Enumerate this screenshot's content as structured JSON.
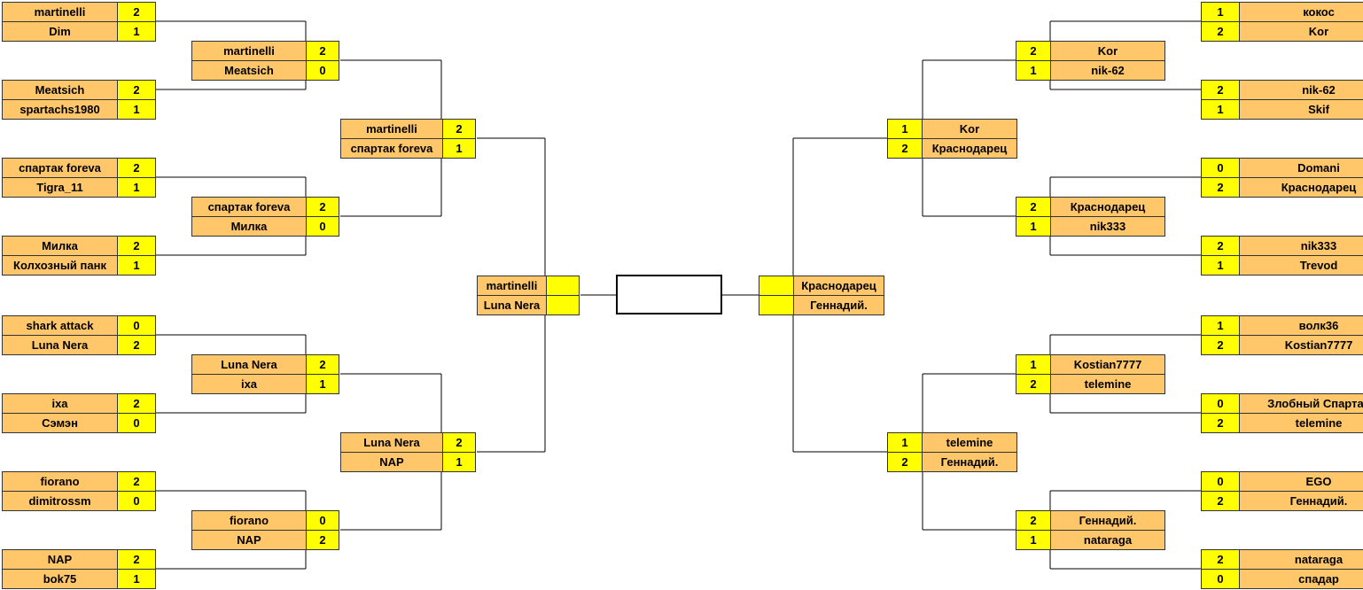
{
  "bracket": {
    "left": {
      "r1": [
        [
          {
            "name": "martinelli",
            "score": "2"
          },
          {
            "name": "Dim",
            "score": "1"
          }
        ],
        [
          {
            "name": "Meatsich",
            "score": "2"
          },
          {
            "name": "spartachs1980",
            "score": "1"
          }
        ],
        [
          {
            "name": "спартак foreva",
            "score": "2"
          },
          {
            "name": "Tigra_11",
            "score": "1"
          }
        ],
        [
          {
            "name": "Милка",
            "score": "2"
          },
          {
            "name": "Колхозный панк",
            "score": "1"
          }
        ],
        [
          {
            "name": "shark attack",
            "score": "0"
          },
          {
            "name": "Luna Nera",
            "score": "2"
          }
        ],
        [
          {
            "name": "ixa",
            "score": "2"
          },
          {
            "name": "Сэмэн",
            "score": "0"
          }
        ],
        [
          {
            "name": "fiorano",
            "score": "2"
          },
          {
            "name": "dimitrossm",
            "score": "0"
          }
        ],
        [
          {
            "name": "NAP",
            "score": "2"
          },
          {
            "name": "bok75",
            "score": "1"
          }
        ]
      ],
      "r2": [
        [
          {
            "name": "martinelli",
            "score": "2"
          },
          {
            "name": "Meatsich",
            "score": "0"
          }
        ],
        [
          {
            "name": "спартак foreva",
            "score": "2"
          },
          {
            "name": "Милка",
            "score": "0"
          }
        ],
        [
          {
            "name": "Luna Nera",
            "score": "2"
          },
          {
            "name": "ixa",
            "score": "1"
          }
        ],
        [
          {
            "name": "fiorano",
            "score": "0"
          },
          {
            "name": "NAP",
            "score": "2"
          }
        ]
      ],
      "r3": [
        [
          {
            "name": "martinelli",
            "score": "2"
          },
          {
            "name": "спартак foreva",
            "score": "1"
          }
        ],
        [
          {
            "name": "Luna Nera",
            "score": "2"
          },
          {
            "name": "NAP",
            "score": "1"
          }
        ]
      ],
      "r4": [
        [
          {
            "name": "martinelli",
            "score": ""
          },
          {
            "name": "Luna Nera",
            "score": ""
          }
        ]
      ]
    },
    "right": {
      "r1": [
        [
          {
            "name": "кокос",
            "score": "1"
          },
          {
            "name": "Kor",
            "score": "2"
          }
        ],
        [
          {
            "name": "nik-62",
            "score": "2"
          },
          {
            "name": "Skif",
            "score": "1"
          }
        ],
        [
          {
            "name": "Domani",
            "score": "0"
          },
          {
            "name": "Краснодарец",
            "score": "2"
          }
        ],
        [
          {
            "name": "nik333",
            "score": "2"
          },
          {
            "name": "Trevod",
            "score": "1"
          }
        ],
        [
          {
            "name": "волк36",
            "score": "1"
          },
          {
            "name": "Kostian7777",
            "score": "2"
          }
        ],
        [
          {
            "name": "Злобный Спартач",
            "score": "0"
          },
          {
            "name": "telemine",
            "score": "2"
          }
        ],
        [
          {
            "name": "EGO",
            "score": "0"
          },
          {
            "name": "Геннадий.",
            "score": "2"
          }
        ],
        [
          {
            "name": "nataraga",
            "score": "2"
          },
          {
            "name": "спадар",
            "score": "0"
          }
        ]
      ],
      "r2": [
        [
          {
            "name": "Kor",
            "score": "2"
          },
          {
            "name": "nik-62",
            "score": "1"
          }
        ],
        [
          {
            "name": "Краснодарец",
            "score": "2"
          },
          {
            "name": "nik333",
            "score": "1"
          }
        ],
        [
          {
            "name": "Kostian7777",
            "score": "1"
          },
          {
            "name": "telemine",
            "score": "2"
          }
        ],
        [
          {
            "name": "Геннадий.",
            "score": "2"
          },
          {
            "name": "nataraga",
            "score": "1"
          }
        ]
      ],
      "r3": [
        [
          {
            "name": "Kor",
            "score": "1"
          },
          {
            "name": "Краснодарец",
            "score": "2"
          }
        ],
        [
          {
            "name": "telemine",
            "score": "1"
          },
          {
            "name": "Геннадий.",
            "score": "2"
          }
        ]
      ],
      "r4": [
        [
          {
            "name": "Краснодарец",
            "score": ""
          },
          {
            "name": "Геннадий.",
            "score": ""
          }
        ]
      ]
    },
    "final": {
      "winner": ""
    }
  }
}
